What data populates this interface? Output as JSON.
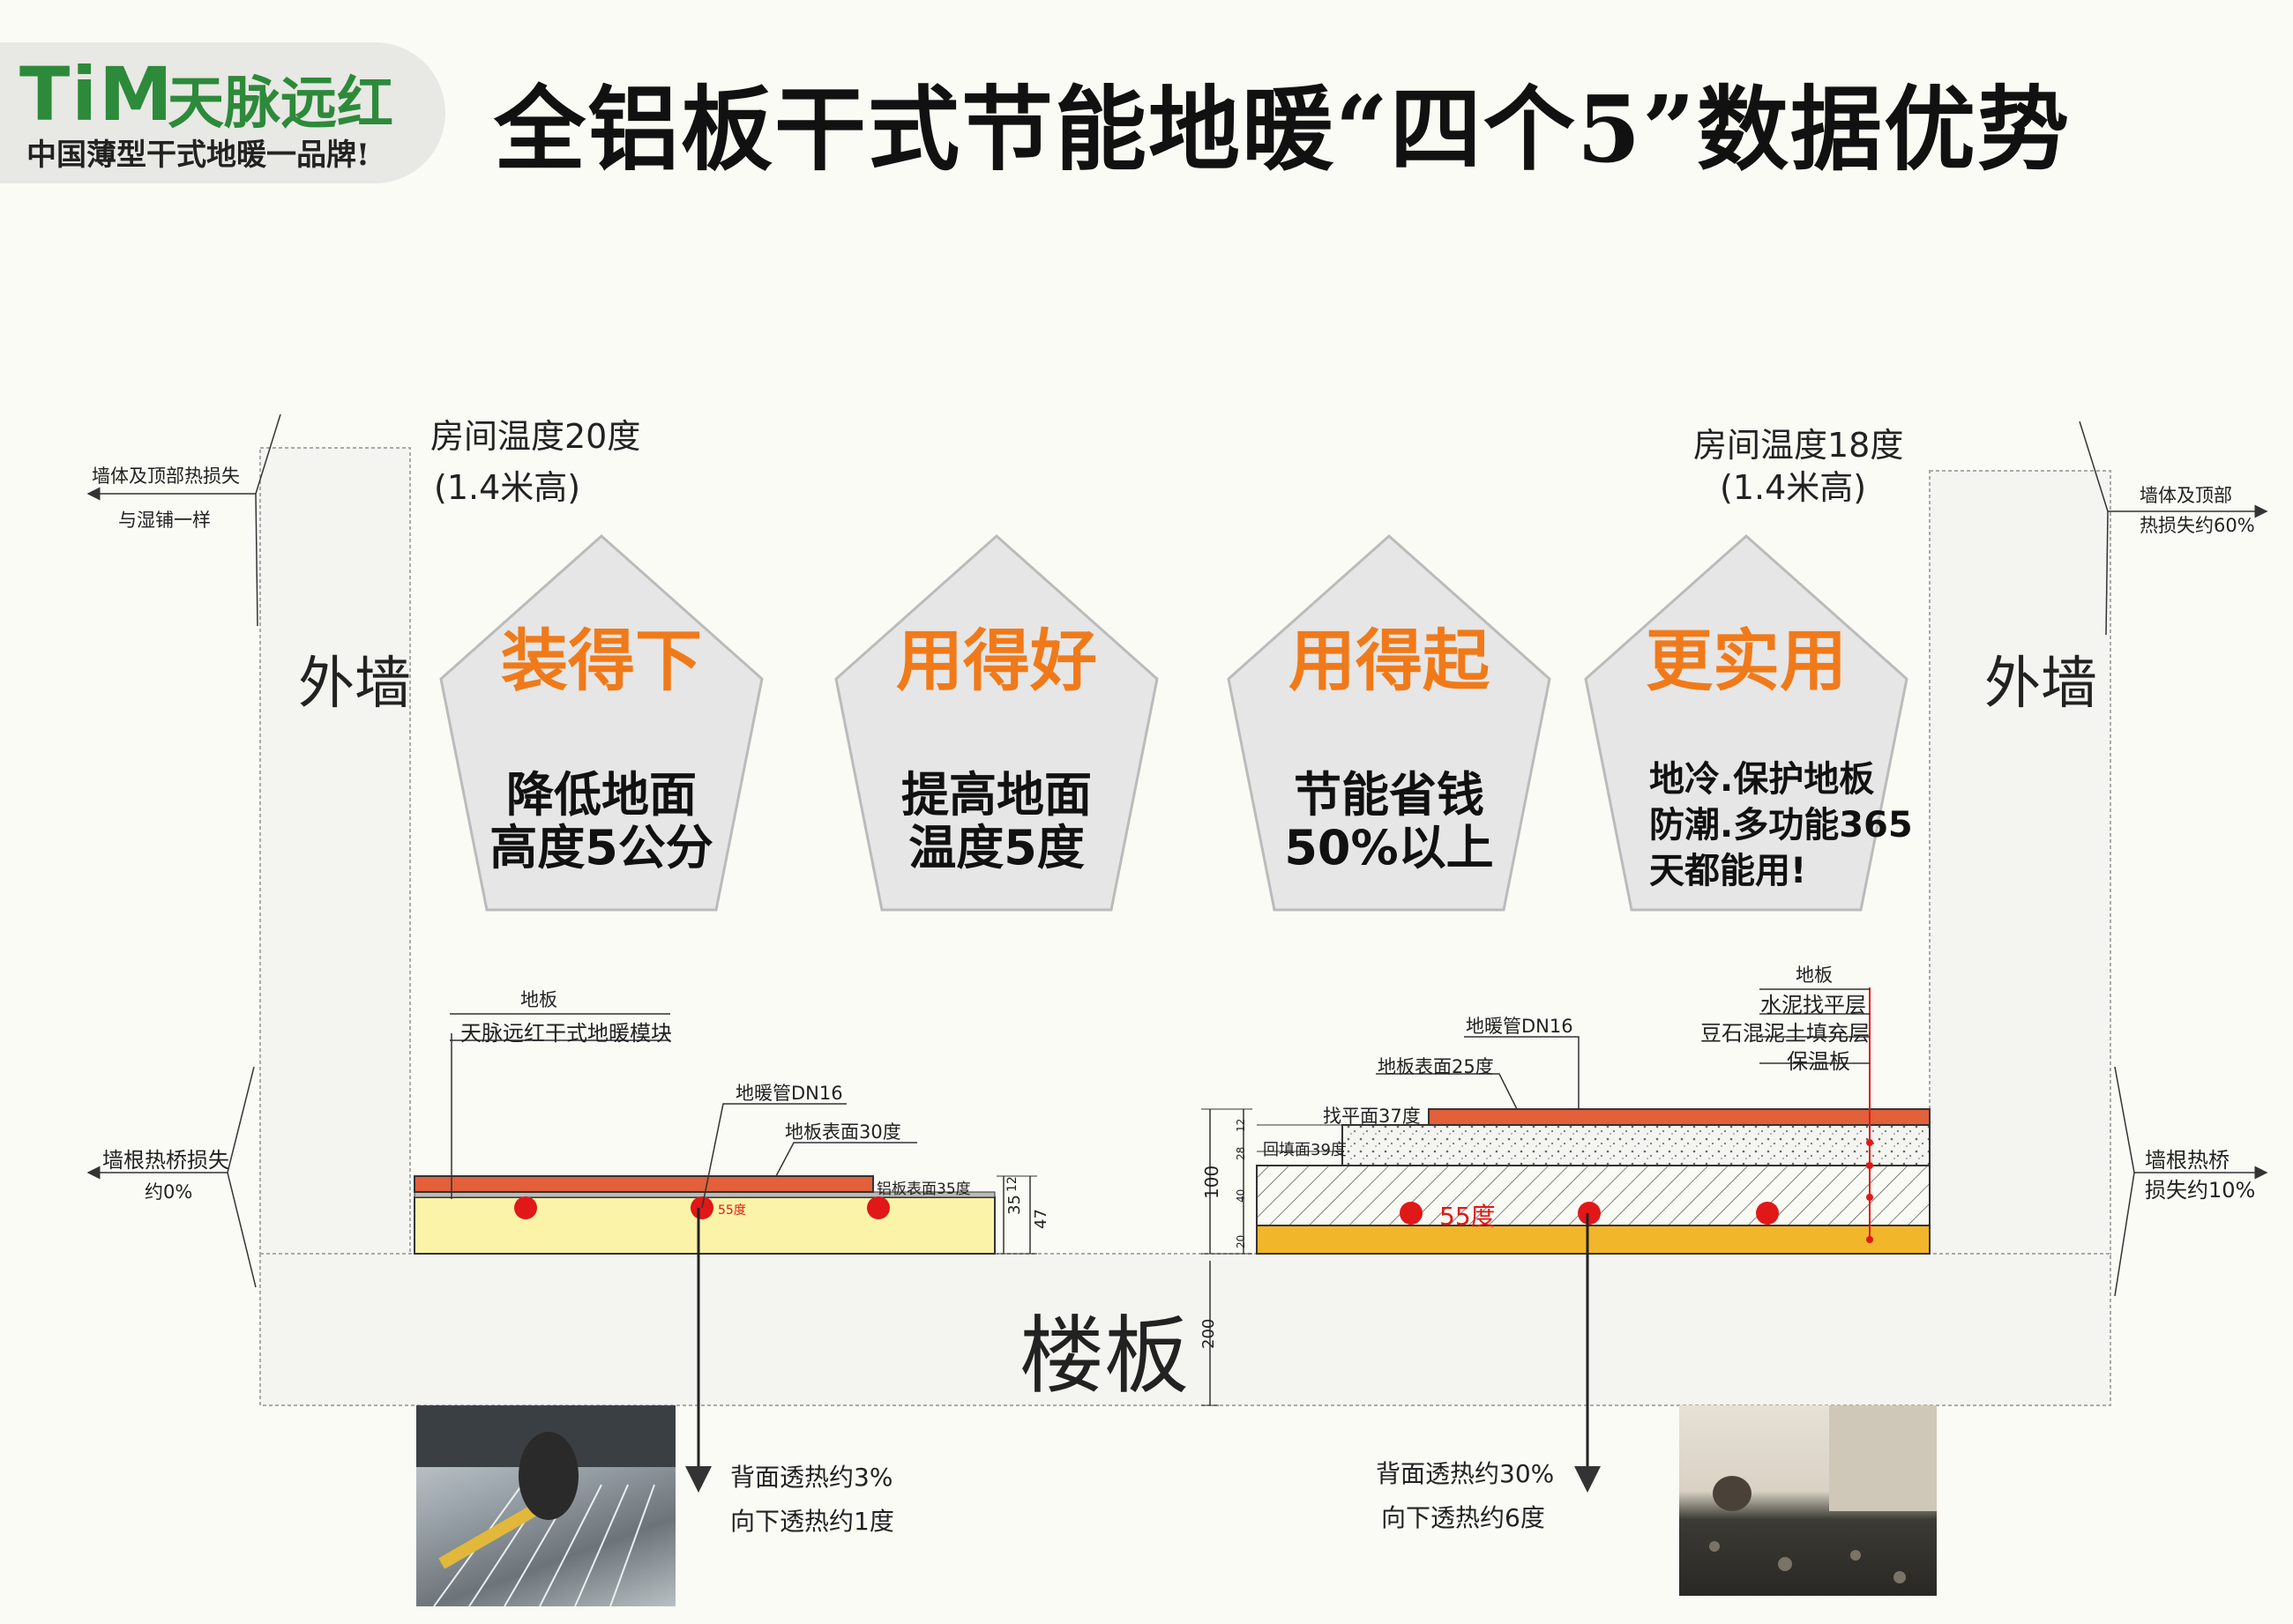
{
  "header": {
    "logo_latin": "TiM",
    "logo_cn": "天脉远红",
    "slogan": "中国薄型干式地暖一品牌!",
    "title": "全铝板干式节能地暖“四个5”数据优势"
  },
  "left_side": {
    "room_temp": "房间温度20度",
    "room_height": "(1.4米高)",
    "wall_loss_line1": "墙体及顶部热损失",
    "wall_loss_line2": "与湿铺一样",
    "wall_label": "外墙",
    "bridge_loss_line1": "墙根热桥损失",
    "bridge_loss_line2": "约0%",
    "layer_floor": "地板",
    "layer_module": "天脉远红干式地暖模块",
    "pipe": "地暖管DN16",
    "surface_temp": "地板表面30度",
    "plate_temp": "铝板表面35度",
    "water_temp": "55度",
    "dim_12": "12",
    "dim_35": "35",
    "dim_47": "47",
    "back_line1": "背面透热约3%",
    "back_line2": "向下透热约1度"
  },
  "right_side": {
    "room_temp": "房间温度18度",
    "room_height": "(1.4米高)",
    "wall_loss_line1": "墙体及顶部",
    "wall_loss_line2": "热损失约60%",
    "wall_label": "外墙",
    "bridge_loss_line1": "墙根热桥",
    "bridge_loss_line2": "损失约10%",
    "layer_floor": "地板",
    "layer_screed": "水泥找平层",
    "layer_fill": "豆石混泥土填充层",
    "layer_insulation": "保温板",
    "pipe": "地暖管DN16",
    "surface_temp": "地板表面25度",
    "screed_temp": "找平面37度",
    "fill_temp": "回填面39度",
    "water_temp": "55度",
    "dim_100": "100",
    "dim_12": "12",
    "dim_28": "28",
    "dim_40": "40",
    "dim_20": "20",
    "back_line1": "背面透热约30%",
    "back_line2": "向下透热约6度"
  },
  "slab": {
    "label": "楼板",
    "dim_200": "200"
  },
  "pentagons": [
    {
      "title": "装得下",
      "line1": "降低地面",
      "line2": "高度5公分"
    },
    {
      "title": "用得好",
      "line1": "提高地面",
      "line2": "温度5度"
    },
    {
      "title": "用得起",
      "line1": "节能省钱",
      "line2": "50%以上"
    },
    {
      "title": "更实用",
      "line1": "地冷.保护地板",
      "line2": "防潮.多功能365",
      "line3": "天都能用!"
    }
  ],
  "colors": {
    "brand_green": "#2d8a3a",
    "accent_orange": "#f07a1a",
    "floor_board": "#e2603a",
    "module_fill": "#fbf3a8",
    "insulation": "#f2b62a",
    "pipe_red": "#e01818"
  }
}
